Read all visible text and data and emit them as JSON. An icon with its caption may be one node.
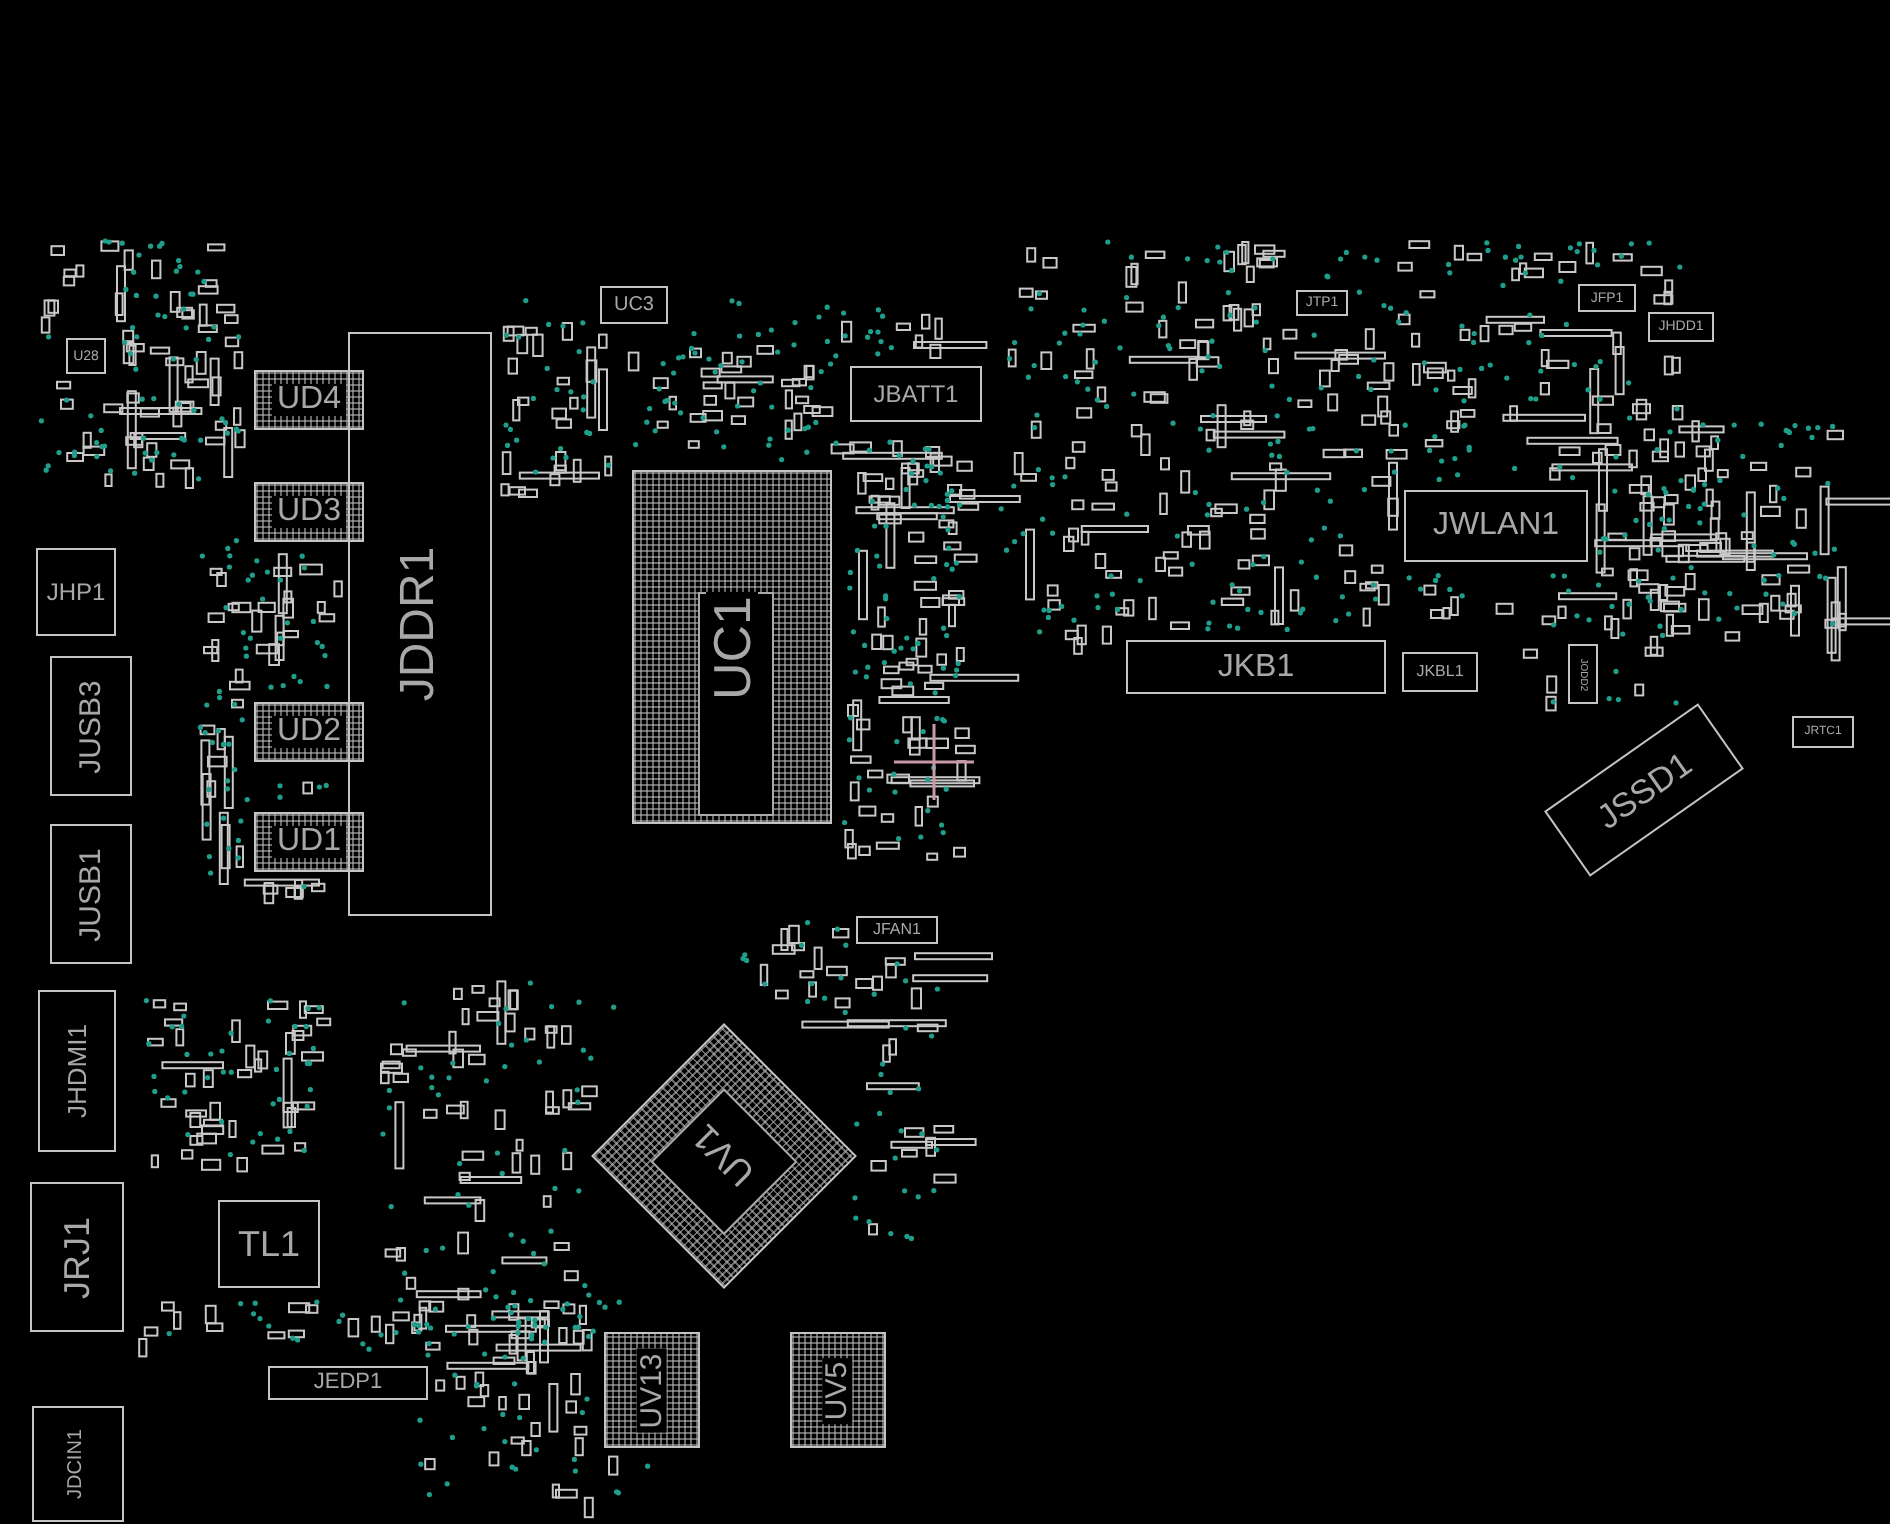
{
  "diagram": {
    "nodes": [
      {
        "text": [
          "U28"
        ]
      },
      {
        "text": [
          "UC3"
        ]
      },
      {
        "text": [
          "JBATT1"
        ]
      },
      {
        "text": [
          "JTP1"
        ]
      },
      {
        "text": [
          "JFP1"
        ]
      },
      {
        "text": [
          "JHDD1"
        ]
      },
      {
        "text": [
          "UD4"
        ]
      },
      {
        "text": [
          "UD3"
        ]
      },
      {
        "text": [
          "JDDR1"
        ]
      },
      {
        "text": [
          "JWLAN1"
        ]
      },
      {
        "text": [
          "JHP1"
        ]
      },
      {
        "text": [
          "UC1"
        ]
      },
      {
        "text": [
          "JKB1"
        ]
      },
      {
        "text": [
          "JKBL1"
        ]
      },
      {
        "text": [
          "JODD2"
        ]
      },
      {
        "text": [
          "JRTC1"
        ]
      },
      {
        "text": [
          "JUSB3"
        ]
      },
      {
        "text": [
          "UD2"
        ]
      },
      {
        "text": [
          "JSSD1"
        ]
      },
      {
        "text": [
          "UD1"
        ]
      },
      {
        "text": [
          "JUSB1"
        ]
      },
      {
        "text": [
          "JFAN1"
        ]
      },
      {
        "text": [
          "JHDMI1"
        ]
      },
      {
        "text": [
          "UV1"
        ]
      },
      {
        "text": [
          "JRJ1"
        ]
      },
      {
        "text": [
          "TL1"
        ]
      },
      {
        "text": [
          "JEDP1"
        ]
      },
      {
        "text": [
          "UV13"
        ]
      },
      {
        "text": [
          "UV5"
        ]
      },
      {
        "text": [
          "JDCIN1"
        ]
      }
    ]
  }
}
